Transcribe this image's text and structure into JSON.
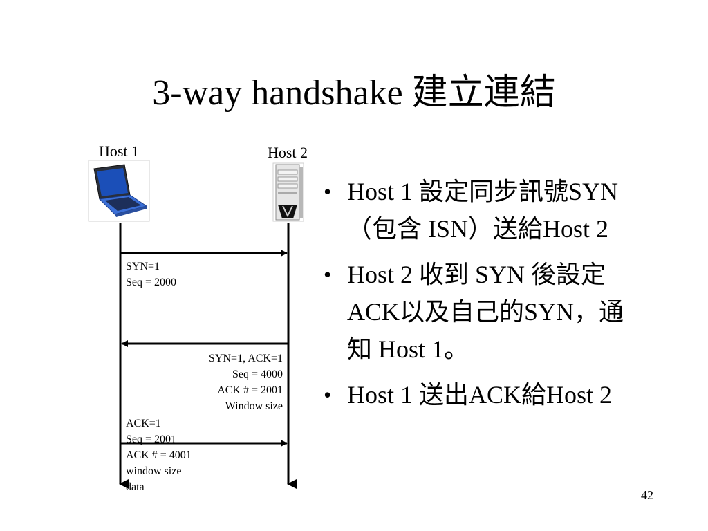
{
  "slide": {
    "title": "3-way handshake 建立連結",
    "page_number": "42"
  },
  "diagram": {
    "host1_label": "Host 1",
    "host2_label": "Host 2",
    "host1_icon": "laptop-icon",
    "host2_icon": "server-tower-icon",
    "messages": [
      {
        "direction": "host1-to-host2",
        "lines": [
          "SYN=1",
          "Seq = 2000"
        ]
      },
      {
        "direction": "host2-to-host1",
        "lines": [
          "SYN=1, ACK=1",
          "Seq = 4000",
          "ACK # = 2001",
          "Window size"
        ]
      },
      {
        "direction": "host1-to-host2",
        "lines": [
          "ACK=1",
          "Seq = 2001",
          "ACK # = 4001",
          "window size",
          "data"
        ]
      }
    ]
  },
  "bullets": [
    {
      "text": "Host 1 設定同步訊號SYN（包含 ISN）送給Host 2"
    },
    {
      "text": "Host 2 收到 SYN 後設定ACK以及自己的SYN，通知 Host 1。"
    },
    {
      "text": "Host 1  送出ACK給Host 2"
    }
  ],
  "bullet_glyph": "•"
}
